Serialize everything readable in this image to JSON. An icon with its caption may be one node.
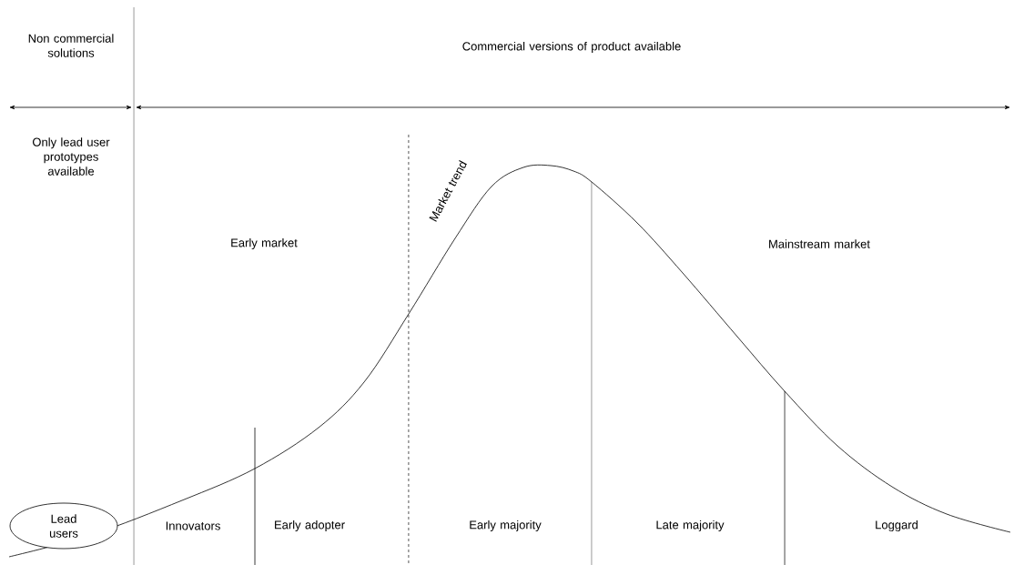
{
  "diagram": {
    "nodes": [
      {
        "text": [
          "Lead users"
        ]
      }
    ],
    "edges": [],
    "labels": [
      "Non commercial solutions",
      "Commercial versions of product available",
      "Only lead user prototypes available",
      "Early market",
      "Market trend",
      "Mainstream market",
      "Innovators",
      "Early adopter",
      "Early majority",
      "Late majority",
      "Loggard"
    ]
  }
}
